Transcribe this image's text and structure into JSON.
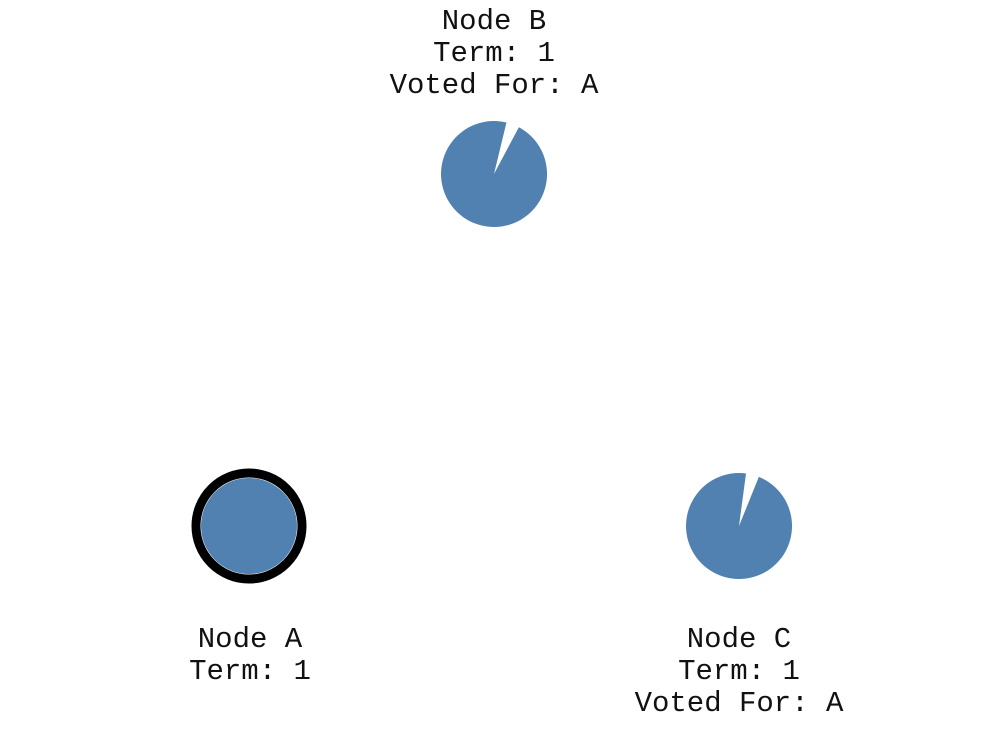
{
  "colors": {
    "node_fill": "#5181b0",
    "leader_ring": "#000000",
    "background": "#ffffff"
  },
  "nodes": [
    {
      "id": "B",
      "name": "Node B",
      "term": "Term: 1",
      "voted_for": "Voted For: A",
      "role": "follower",
      "timeout_remaining": 0.96
    },
    {
      "id": "A",
      "name": "Node A",
      "term": "Term: 1",
      "role": "leader"
    },
    {
      "id": "C",
      "name": "Node C",
      "term": "Term: 1",
      "voted_for": "Voted For: A",
      "role": "follower",
      "timeout_remaining": 0.96
    }
  ]
}
